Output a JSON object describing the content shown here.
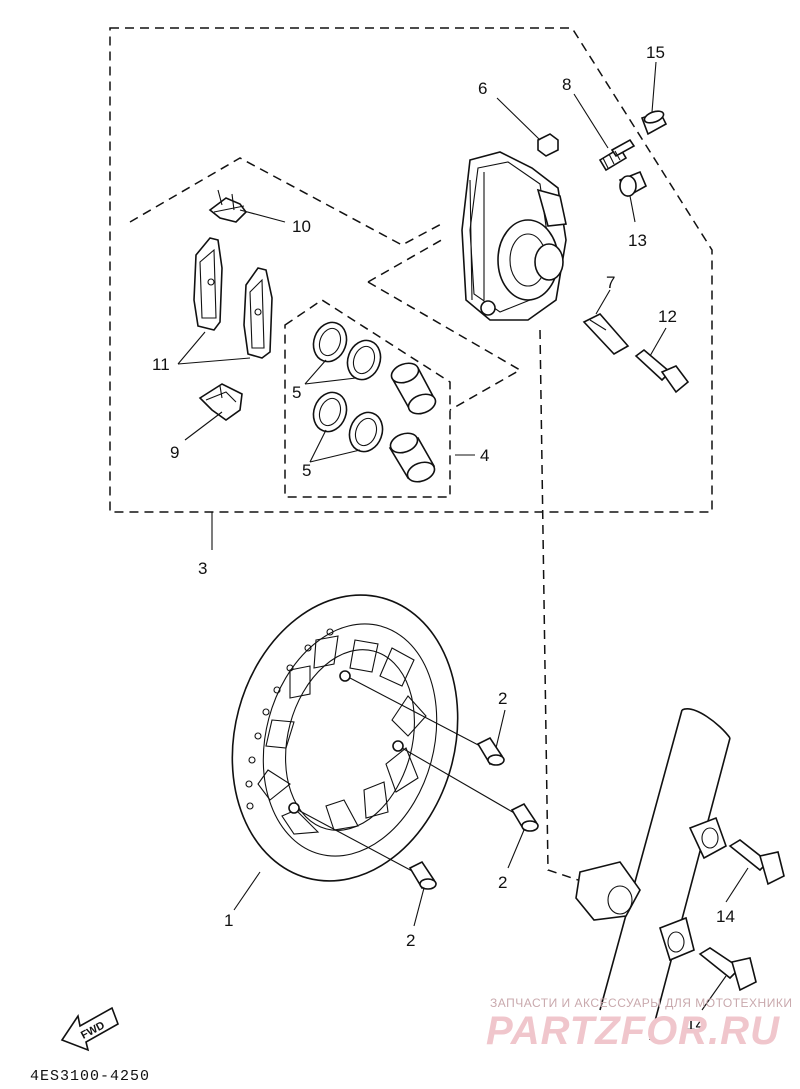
{
  "diagram": {
    "callouts": {
      "p1": "1",
      "p2a": "2",
      "p2b": "2",
      "p2c": "2",
      "p3": "3",
      "p4": "4",
      "p5a": "5",
      "p5b": "5",
      "p6": "6",
      "p7": "7",
      "p8": "8",
      "p9": "9",
      "p10": "10",
      "p11": "11",
      "p12": "12",
      "p13": "13",
      "p14a": "14",
      "p14b": "14",
      "p15": "15"
    },
    "diagram_code": "4ES3100-4250",
    "fwd_label": "FWD",
    "watermark": {
      "tagline": "ЗАПЧАСТИ И АКСЕССУАРЫ ДЛЯ МОТОТЕХНИКИ",
      "brand": "PARTZFOR.RU"
    }
  }
}
